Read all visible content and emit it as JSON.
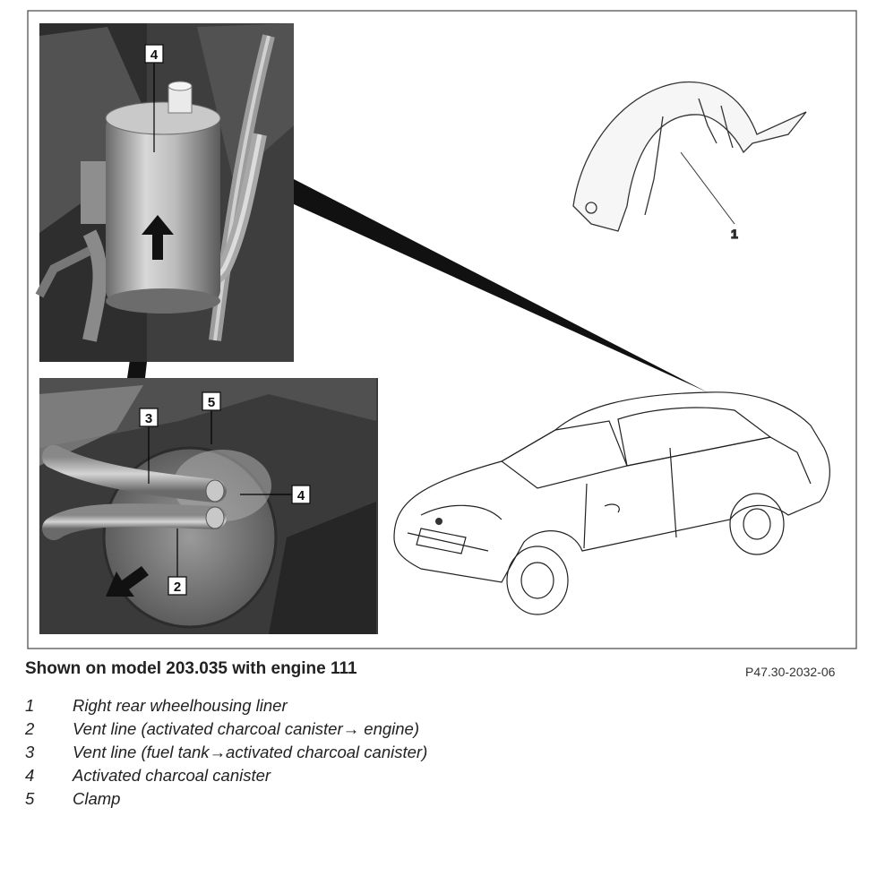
{
  "figure": {
    "caption": "Shown on model 203.035 with engine 111",
    "reference": "P47.30-2032-06",
    "callouts": {
      "top_photo": "4",
      "bottom_photo_3": "3",
      "bottom_photo_5": "5",
      "bottom_photo_4": "4",
      "bottom_photo_2": "2",
      "liner": "1"
    }
  },
  "legend": [
    {
      "num": "1",
      "text": "Right rear wheelhousing liner"
    },
    {
      "num": "2",
      "text": "Vent line (activated charcoal canister→ engine)"
    },
    {
      "num": "3",
      "text": "Vent line (fuel tank→activated charcoal canister)"
    },
    {
      "num": "4",
      "text": "Activated charcoal canister"
    },
    {
      "num": "5",
      "text": "Clamp"
    }
  ]
}
